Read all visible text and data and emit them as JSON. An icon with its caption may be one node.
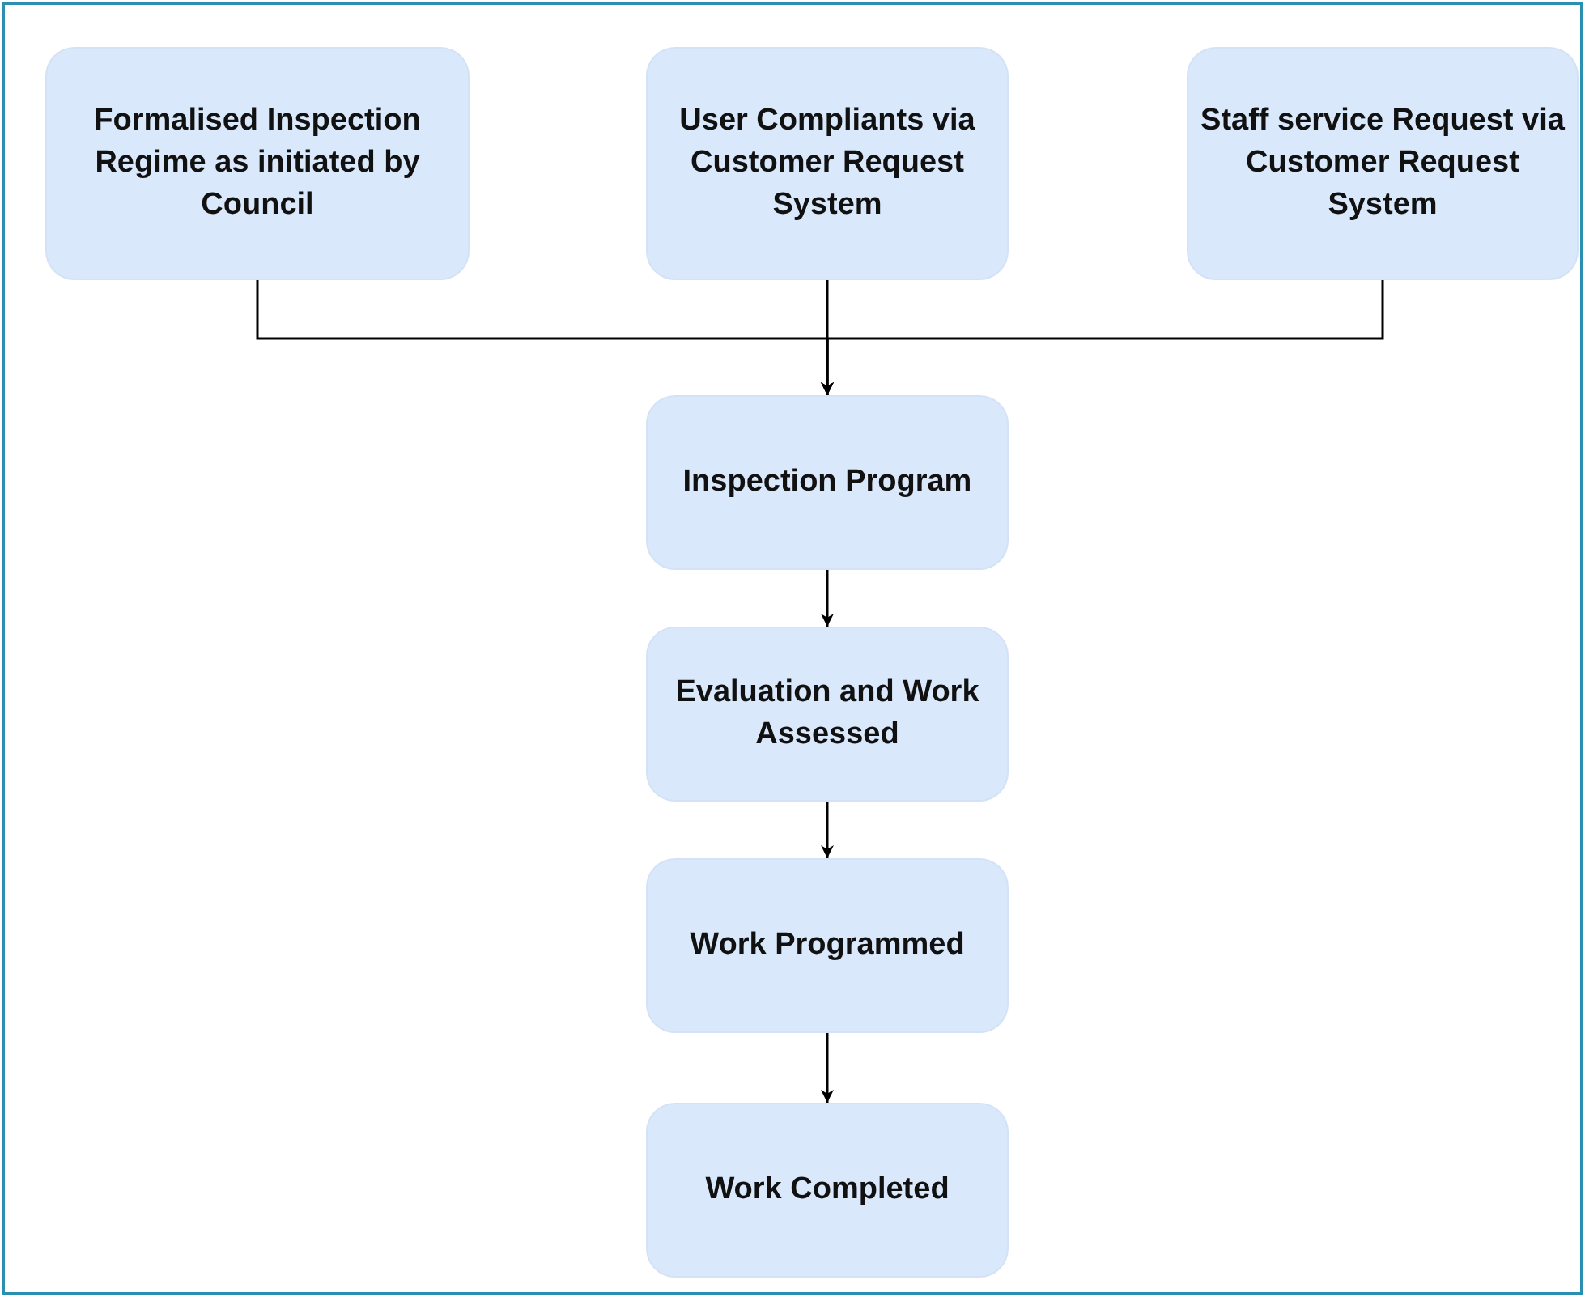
{
  "diagram": {
    "nodes": [
      {
        "text": [
          "Formalised Inspection Regime as initiated by Council"
        ]
      },
      {
        "text": [
          "User Compliants via Customer Request System"
        ]
      },
      {
        "text": [
          "Staff service Request via Customer Request System"
        ]
      },
      {
        "text": [
          "Inspection Program"
        ]
      },
      {
        "text": [
          "Evaluation and Work Assessed"
        ]
      },
      {
        "text": [
          "Work Programmed"
        ]
      },
      {
        "text": [
          "Work Completed"
        ]
      }
    ],
    "edges": [
      {
        "from": 0,
        "to": 3,
        "arrow": "to"
      },
      {
        "from": 1,
        "to": 3,
        "arrow": "to"
      },
      {
        "from": 2,
        "to": 3,
        "arrow": "to"
      },
      {
        "from": 3,
        "to": 4,
        "arrow": "to"
      },
      {
        "from": 4,
        "to": 5,
        "arrow": "to"
      },
      {
        "from": 5,
        "to": 6,
        "arrow": "to"
      }
    ]
  }
}
